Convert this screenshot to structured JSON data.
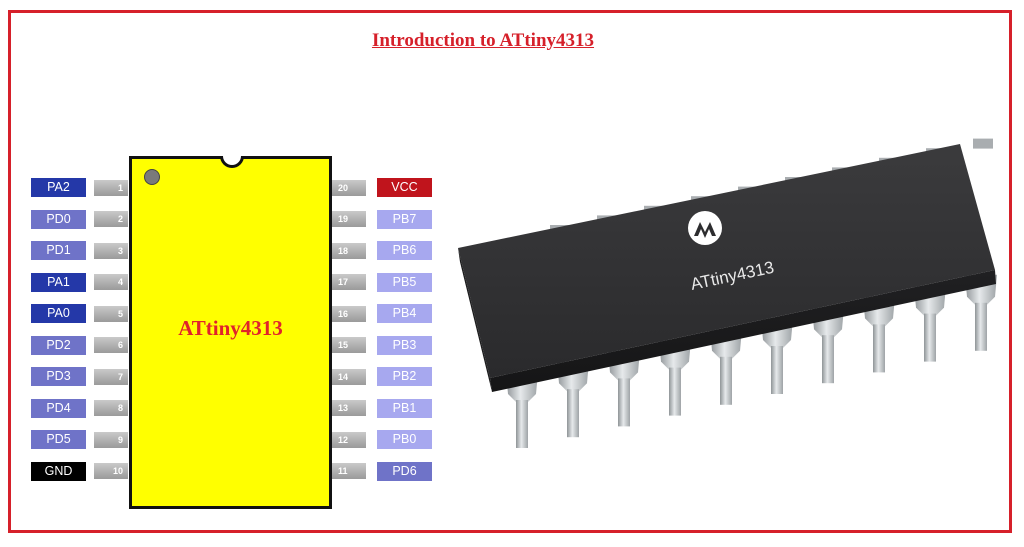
{
  "title": "Introduction to ATtiny4313",
  "chip_label": "ATtiny4313",
  "package_marking": "ATtiny4313",
  "colors": {
    "frame": "#d6202a",
    "ic_body": "#ffff00",
    "port_a": "#2438a8",
    "port_d": "#6f73c8",
    "port_b": "#a7a8ef",
    "vcc": "#c0141c",
    "gnd": "#000000"
  },
  "left_pins": [
    {
      "number": "1",
      "name": "PA2",
      "group": "port_a"
    },
    {
      "number": "2",
      "name": "PD0",
      "group": "port_d"
    },
    {
      "number": "3",
      "name": "PD1",
      "group": "port_d"
    },
    {
      "number": "4",
      "name": "PA1",
      "group": "port_a"
    },
    {
      "number": "5",
      "name": "PA0",
      "group": "port_a"
    },
    {
      "number": "6",
      "name": "PD2",
      "group": "port_d"
    },
    {
      "number": "7",
      "name": "PD3",
      "group": "port_d"
    },
    {
      "number": "8",
      "name": "PD4",
      "group": "port_d"
    },
    {
      "number": "9",
      "name": "PD5",
      "group": "port_d"
    },
    {
      "number": "10",
      "name": "GND",
      "group": "gnd"
    }
  ],
  "right_pins": [
    {
      "number": "20",
      "name": "VCC",
      "group": "vcc"
    },
    {
      "number": "19",
      "name": "PB7",
      "group": "port_b"
    },
    {
      "number": "18",
      "name": "PB6",
      "group": "port_b"
    },
    {
      "number": "17",
      "name": "PB5",
      "group": "port_b"
    },
    {
      "number": "16",
      "name": "PB4",
      "group": "port_b"
    },
    {
      "number": "15",
      "name": "PB3",
      "group": "port_b"
    },
    {
      "number": "14",
      "name": "PB2",
      "group": "port_b"
    },
    {
      "number": "13",
      "name": "PB1",
      "group": "port_b"
    },
    {
      "number": "12",
      "name": "PB0",
      "group": "port_b"
    },
    {
      "number": "11",
      "name": "PD6",
      "group": "port_d"
    }
  ]
}
